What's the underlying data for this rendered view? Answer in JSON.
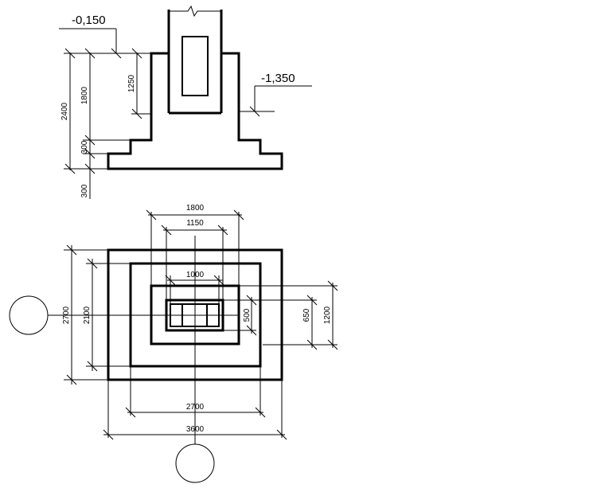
{
  "section": {
    "level_top": "-0,150",
    "level_bottom": "-1,350",
    "dim_total_height": "2400",
    "dim_column_depth": "1800",
    "dim_upper": "1250",
    "dim_step": "300",
    "dim_base": "300"
  },
  "plan": {
    "dim_top_outer": "1800",
    "dim_top_inner": "1150",
    "dim_pedestal": "1000",
    "dim_bottom_inner": "2700",
    "dim_bottom_outer": "3600",
    "dim_left_outer": "2700",
    "dim_left_inner": "2100",
    "dim_right_a": "500",
    "dim_right_b": "650",
    "dim_right_c": "1200"
  }
}
